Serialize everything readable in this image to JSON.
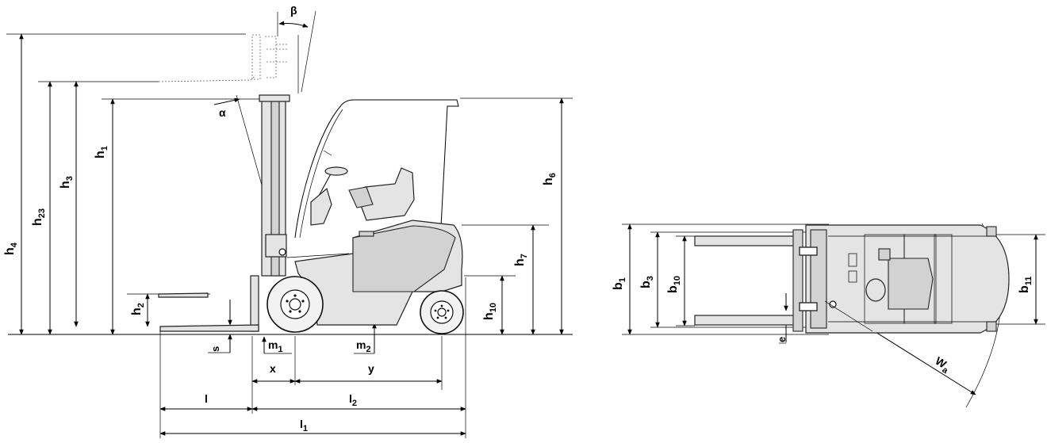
{
  "side_view": {
    "labels": {
      "h4": {
        "main": "h",
        "sub": "4"
      },
      "h23": {
        "main": "h",
        "sub": "23"
      },
      "h3": {
        "main": "h",
        "sub": "3"
      },
      "h1": {
        "main": "h",
        "sub": "1"
      },
      "h2": {
        "main": "h",
        "sub": "2"
      },
      "h6": {
        "main": "h",
        "sub": "6"
      },
      "h7": {
        "main": "h",
        "sub": "7"
      },
      "h10": {
        "main": "h",
        "sub": "10"
      },
      "alpha": {
        "main": "α"
      },
      "beta": {
        "main": "β"
      },
      "s": {
        "main": "s"
      },
      "m1": {
        "main": "m",
        "sub": "1"
      },
      "m2": {
        "main": "m",
        "sub": "2"
      },
      "x": {
        "main": "x"
      },
      "y": {
        "main": "y"
      },
      "l": {
        "main": "l"
      },
      "l1": {
        "main": "l",
        "sub": "1"
      },
      "l2": {
        "main": "l",
        "sub": "2"
      }
    }
  },
  "top_view": {
    "labels": {
      "b1": {
        "main": "b",
        "sub": "1"
      },
      "b3": {
        "main": "b",
        "sub": "3"
      },
      "b10": {
        "main": "b",
        "sub": "10"
      },
      "b11": {
        "main": "b",
        "sub": "11"
      },
      "e": {
        "main": "e"
      },
      "wa": {
        "main": "W",
        "sub": "a"
      }
    }
  }
}
